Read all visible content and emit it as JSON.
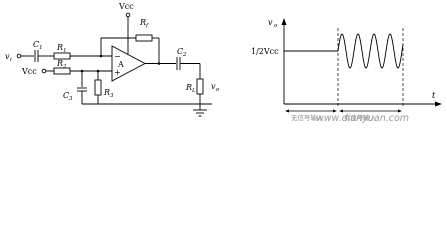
{
  "circuit": {
    "input_label": "v",
    "input_sub": "i",
    "c1_label": "C",
    "c1_sub": "1",
    "r1_label": "R",
    "r1_sub": "1",
    "vcc_left": "Vcc",
    "r2_label": "R",
    "r2_sub": "2",
    "c3_label": "C",
    "c3_sub": "3",
    "r3_label": "R",
    "r3_sub": "3",
    "vcc_top": "Vcc",
    "rf_label": "R",
    "rf_sub": "f",
    "opamp_label": "A",
    "c2_label": "C",
    "c2_sub": "2",
    "rl_label": "R",
    "rl_sub": "L",
    "out_label": "v",
    "out_sub": "o"
  },
  "waveform": {
    "y_label": "v",
    "y_sub": "o",
    "level_label": "1/2Vcc",
    "x_label": "t",
    "caption_left": "无信号输入",
    "caption_right": "有信号输入"
  },
  "watermark": "www.dianyuan.com"
}
